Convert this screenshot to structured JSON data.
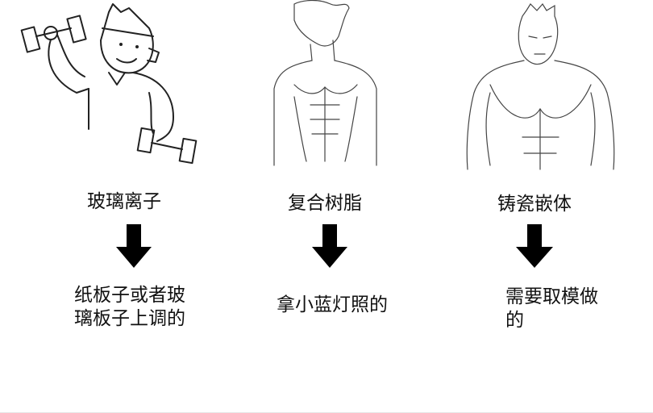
{
  "columns": [
    {
      "title": "玻璃离子",
      "description": "纸板子或者玻璃板子上调的",
      "illustration": "cartoon-weightlifter-icon"
    },
    {
      "title": "复合树脂",
      "description": "拿小蓝灯照的",
      "illustration": "slim-muscular-torso-icon"
    },
    {
      "title": "铸瓷嵌体",
      "description": "需要取模做的",
      "illustration": "bulky-muscular-torso-icon"
    }
  ],
  "arrow_icon": "down-arrow-icon",
  "colors": {
    "text": "#111111",
    "arrow": "#000000",
    "background": "#ffffff"
  }
}
